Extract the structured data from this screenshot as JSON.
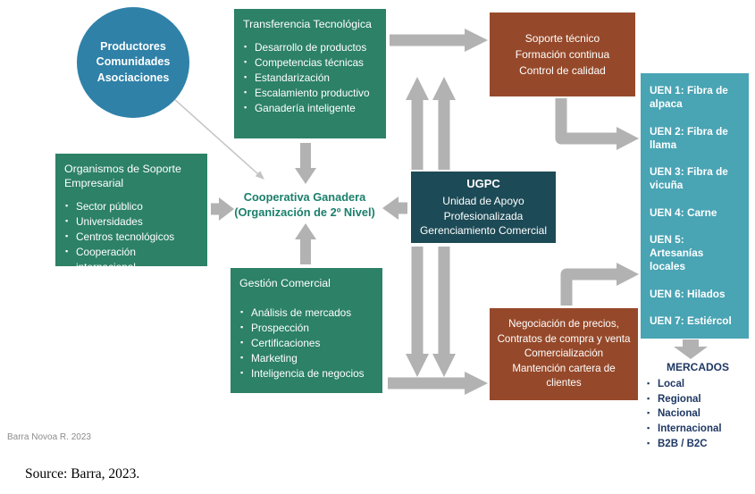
{
  "colors": {
    "green": "#2c8166",
    "brown": "#96492a",
    "teal": "#49a4b4",
    "dark": "#1c4a56",
    "blue_circle": "#2f81a8",
    "arrow": "#b2b2b2",
    "thin_arrow": "#c3c3c3",
    "cooperativa_text": "#1b7f6b",
    "mercados_text": "#1f3864"
  },
  "diagram": {
    "producers": {
      "lines": [
        "Productores",
        "Comunidades",
        "Asociaciones"
      ]
    },
    "transferencia": {
      "title": "Transferencia Tecnológica",
      "items": [
        "Desarrollo de productos",
        "Competencias técnicas",
        "Estandarización",
        "Escalamiento productivo",
        "Ganadería inteligente"
      ]
    },
    "soporte": {
      "lines": [
        "Soporte técnico",
        "Formación continua",
        "Control de calidad"
      ]
    },
    "uen": {
      "items": [
        "UEN 1: Fibra de alpaca",
        "UEN 2: Fibra de llama",
        "UEN 3: Fibra de vicuña",
        "UEN 4: Carne",
        "UEN 5: Artesanías locales",
        "UEN 6: Hilados",
        "UEN 7: Estiércol"
      ]
    },
    "organismos": {
      "title": "Organismos de Soporte Empresarial",
      "items": [
        "Sector público",
        "Universidades",
        "Centros tecnológicos",
        "Cooperación internacional"
      ]
    },
    "cooperativa": {
      "line1": "Cooperativa Ganadera",
      "line2": "(Organización de 2º Nivel)"
    },
    "ugpc": {
      "title": "UGPC",
      "lines": [
        "Unidad de Apoyo",
        "Profesionalizada",
        "Gerenciamiento Comercial"
      ]
    },
    "gestion": {
      "title": "Gestión Comercial",
      "items": [
        "Análisis de mercados",
        "Prospección",
        "Certificaciones",
        "Marketing",
        "Inteligencia de negocios"
      ]
    },
    "negociacion": {
      "lines": [
        "Negociación de precios,",
        "Contratos de compra y venta",
        "Comercialización",
        "Mantención cartera de clientes"
      ]
    },
    "mercados": {
      "title": "MERCADOS",
      "items": [
        "Local",
        "Regional",
        "Nacional",
        "Internacional",
        "B2B / B2C"
      ]
    },
    "credit": "Barra Novoa R. 2023",
    "source": "Source: Barra, 2023."
  }
}
